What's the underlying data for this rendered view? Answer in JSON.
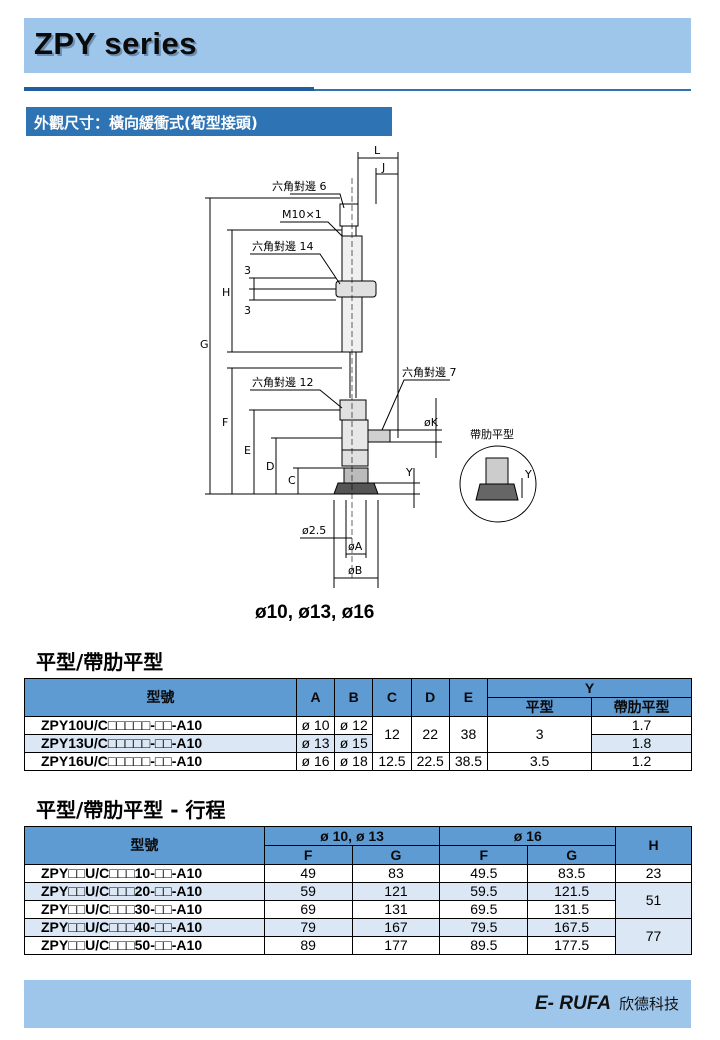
{
  "header": {
    "title": "ZPY series"
  },
  "section": {
    "label": "外觀尺寸：橫向緩衝式(筍型接頭)"
  },
  "drawing": {
    "labels": {
      "hex6": "六角對邊 6",
      "m10": "M10×1",
      "hex14": "六角對邊 14",
      "hex12": "六角對邊 12",
      "hex7": "六角對邊 7",
      "rib": "帶肋平型",
      "L": "L",
      "J": "J",
      "H": "H",
      "G": "G",
      "F": "F",
      "E": "E",
      "D": "D",
      "C": "C",
      "K": "øK",
      "Y": "Y",
      "Y2": "Y",
      "three1": "3",
      "three2": "3",
      "d25": "ø2.5",
      "A": "øA",
      "B": "øB"
    },
    "sizes": "ø10, ø13, ø16"
  },
  "table1": {
    "title": "平型/帶肋平型",
    "headers": {
      "model": "型號",
      "A": "A",
      "B": "B",
      "C": "C",
      "D": "D",
      "E": "E",
      "Y": "Y",
      "Y_flat": "平型",
      "Y_rib": "帶肋平型"
    },
    "rows": [
      {
        "model": "ZPY10U/C□□□□□-□□-A10",
        "A": "ø 10",
        "B": "ø 12",
        "C": "12",
        "D": "22",
        "E": "38",
        "Yflat": "3",
        "Yrib": "1.7"
      },
      {
        "model": "ZPY13U/C□□□□□-□□-A10",
        "A": "ø 13",
        "B": "ø 15",
        "Yrib": "1.8"
      },
      {
        "model": "ZPY16U/C□□□□□-□□-A10",
        "A": "ø 16",
        "B": "ø 18",
        "C": "12.5",
        "D": "22.5",
        "E": "38.5",
        "Yflat": "3.5",
        "Yrib": "1.2"
      }
    ]
  },
  "table2": {
    "title": "平型/帶肋平型 - 行程",
    "headers": {
      "model": "型號",
      "g1": "ø 10, ø 13",
      "g2": "ø 16",
      "F": "F",
      "G": "G",
      "H": "H"
    },
    "rows": [
      {
        "model": "ZPY□□U/C□□□10-□□-A10",
        "F1": "49",
        "G1": "83",
        "F2": "49.5",
        "G2": "83.5",
        "H": "23"
      },
      {
        "model": "ZPY□□U/C□□□20-□□-A10",
        "F1": "59",
        "G1": "121",
        "F2": "59.5",
        "G2": "121.5",
        "H": "51"
      },
      {
        "model": "ZPY□□U/C□□□30-□□-A10",
        "F1": "69",
        "G1": "131",
        "F2": "69.5",
        "G2": "131.5"
      },
      {
        "model": "ZPY□□U/C□□□40-□□-A10",
        "F1": "79",
        "G1": "167",
        "F2": "79.5",
        "G2": "167.5",
        "H": "77"
      },
      {
        "model": "ZPY□□U/C□□□50-□□-A10",
        "F1": "89",
        "G1": "177",
        "F2": "89.5",
        "G2": "177.5"
      }
    ]
  },
  "footer": {
    "brand": "E- RUFA",
    "company": "欣德科技"
  }
}
